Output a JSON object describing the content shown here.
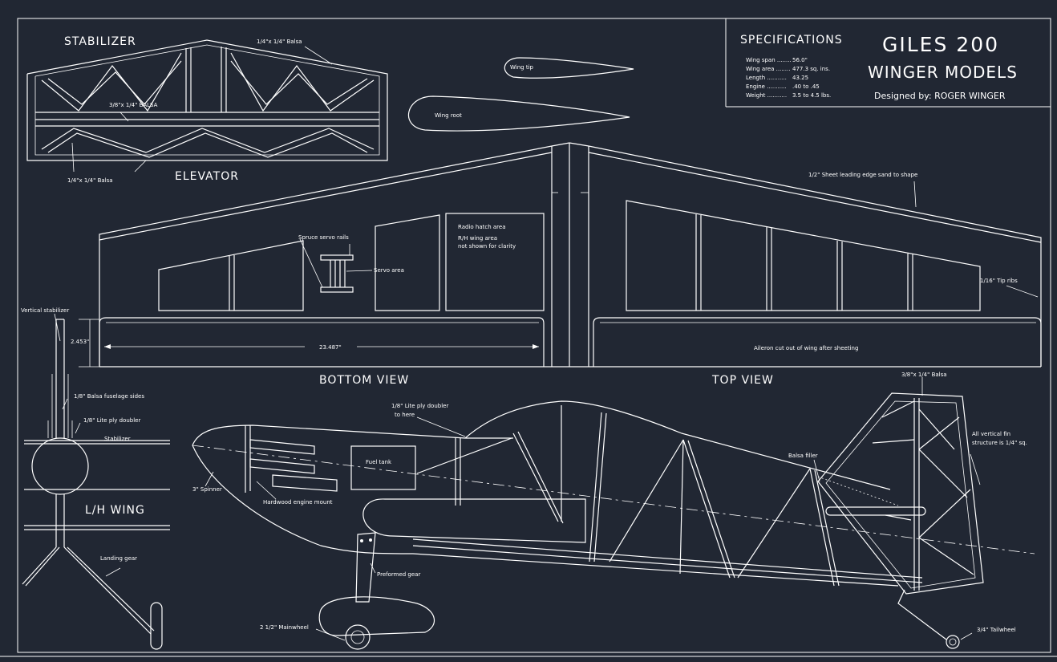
{
  "title": {
    "model": "GILES 200",
    "company": "WINGER MODELS",
    "designer": "Designed by: ROGER WINGER"
  },
  "specifications": {
    "heading": "SPECIFICATIONS",
    "rows": [
      {
        "label": "Wing span ........",
        "value": "56.0\""
      },
      {
        "label": "Wing area ........",
        "value": "477.3 sq. ins."
      },
      {
        "label": "Length ...........",
        "value": "43.25"
      },
      {
        "label": "Engine ...........",
        "value": ".40 to .45"
      },
      {
        "label": "Weight ...........",
        "value": "3.5 to 4.5 lbs."
      }
    ]
  },
  "labels": {
    "stabilizer": "STABILIZER",
    "elevator": "ELEVATOR",
    "balsa_top": "1/4\"x 1/4\" Balsa",
    "balsa_spar": "3/8\"x 1/4\" BALSA",
    "balsa_bottom": "1/4\"x 1/4\" Balsa",
    "wing_tip": "Wing tip",
    "wing_root": "Wing root",
    "sheet_le": "1/2\" Sheet leading edge sand to shape",
    "spruce_rails": "Spruce servo rails",
    "servo_area": "Servo area",
    "radio_hatch": "Radio hatch area",
    "rh_wing_1": "R/H wing area",
    "rh_wing_2": "not shown for clarity",
    "tip_ribs": "1/16\" Tip ribs",
    "dim_height": "2.453\"",
    "dim_span": "23.487\"",
    "aileron": "Aileron cut out of wing after sheeting",
    "bottom_view": "BOTTOM VIEW",
    "top_view": "TOP VIEW",
    "vert_stab": "Vertical stabilizer",
    "fuse_sides": "1/8\" Balsa fuselage sides",
    "lite_ply": "1/8\" Lite ply doubler",
    "stab_label": "Stabilizer",
    "lh_wing": "L/H WING",
    "landing_gear": "Landing gear",
    "lite_ply_doubler_1": "1/8\" Lite ply doubler",
    "lite_ply_doubler_2": "to here",
    "fin_balsa": "3/8\"x 1/4\" Balsa",
    "fin_structure_1": "All vertical fin",
    "fin_structure_2": "structure is 1/4\" sq.",
    "balsa_filler": "Balsa filler",
    "spinner": "3\" Spinner",
    "fuel_tank": "Fuel tank",
    "engine_mount": "Hardwood engine mount",
    "preformed_gear": "Preformed gear",
    "mainwheel": "2 1/2\" Mainwheel",
    "tailwheel": "3/4\" Tailwheel"
  }
}
